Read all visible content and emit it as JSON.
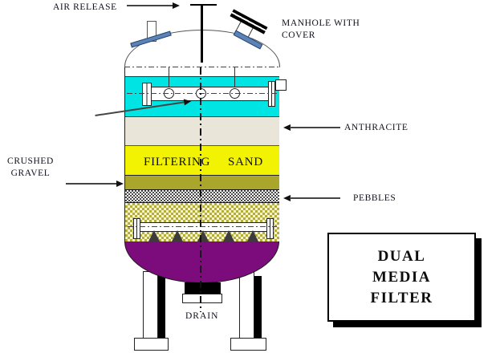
{
  "title_box": {
    "lines": [
      "DUAL",
      "MEDIA",
      "FILTER"
    ]
  },
  "labels": {
    "air_release": "AIR RELEASE",
    "manhole": [
      "MANHOLE WITH",
      "COVER"
    ],
    "anthracite": "ANTHRACITE",
    "crushed_gravel": [
      "CRUSHED",
      "GRAVEL"
    ],
    "pebbles": "PEBBLES",
    "drain": "DRAIN",
    "filtering": "FILTERING",
    "sand": "SAND"
  },
  "colors": {
    "wash_water_cyan": "#00e4e4",
    "anthracite_beige": "#e9e6d9",
    "sand_yellow": "#f2f203",
    "gravel_olive": "#a9a62b",
    "checker_cream": "#f7f3cf",
    "checker_olive": "#b3ae3c",
    "dome_purple": "#7c0c7c",
    "flange_blue": "#5c83b8",
    "line_dark": "#222222"
  }
}
